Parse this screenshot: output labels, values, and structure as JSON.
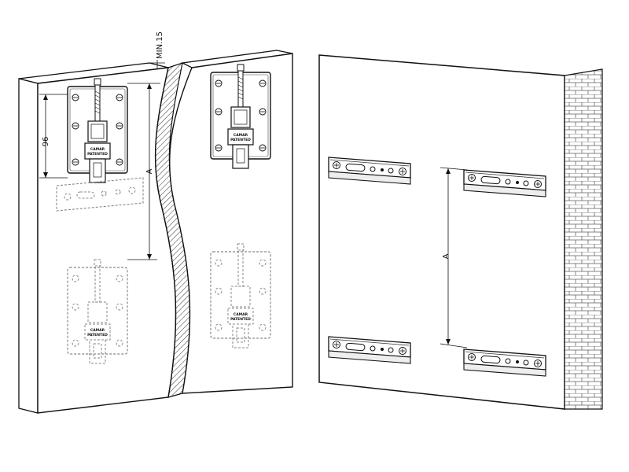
{
  "dimensions": {
    "min_label": "MIN.15",
    "spacing_label": "96",
    "a_label": "A",
    "a_label_wall": "A"
  },
  "hanger": {
    "brand_line1": "CAMAR",
    "brand_line2": "PATENTED"
  },
  "colors": {
    "line": "#1a1a1a",
    "panel_fill": "#ffffff",
    "plate_fill": "#f2f2f2",
    "brick_line": "#555555",
    "dashed": "#888888"
  }
}
